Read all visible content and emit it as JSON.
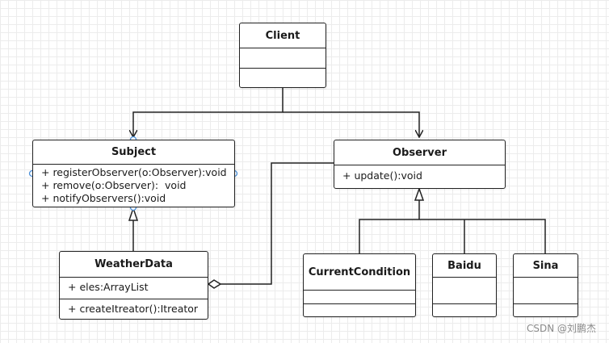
{
  "classes": {
    "client": {
      "name": "Client",
      "attributes": [],
      "methods": []
    },
    "subject": {
      "name": "Subject",
      "methods": [
        "+ registerObserver(o:Observer):void",
        "+ remove(o:Observer):  void",
        "+ notifyObservers():void"
      ]
    },
    "observer": {
      "name": "Observer",
      "methods": [
        "+ update():void"
      ]
    },
    "weatherdata": {
      "name": "WeatherData",
      "attributes": [
        "+ eles:ArrayList"
      ],
      "methods": [
        "+ createItreator():Itreator"
      ]
    },
    "currentcondition": {
      "name": "CurrentCondition"
    },
    "baidu": {
      "name": "Baidu"
    },
    "sina": {
      "name": "Sina"
    }
  },
  "relations": [
    {
      "from": "client",
      "to": "subject",
      "type": "association"
    },
    {
      "from": "client",
      "to": "observer",
      "type": "association"
    },
    {
      "from": "weatherdata",
      "to": "subject",
      "type": "generalization"
    },
    {
      "from": "currentcondition",
      "to": "observer",
      "type": "generalization"
    },
    {
      "from": "baidu",
      "to": "observer",
      "type": "generalization"
    },
    {
      "from": "sina",
      "to": "observer",
      "type": "generalization"
    },
    {
      "from": "weatherdata",
      "to": "observer",
      "type": "aggregation"
    }
  ],
  "colors": {
    "line": "#222222",
    "handle": "#4a90d9",
    "grid": "#ececec"
  },
  "watermark": "CSDN @刘鹏杰"
}
